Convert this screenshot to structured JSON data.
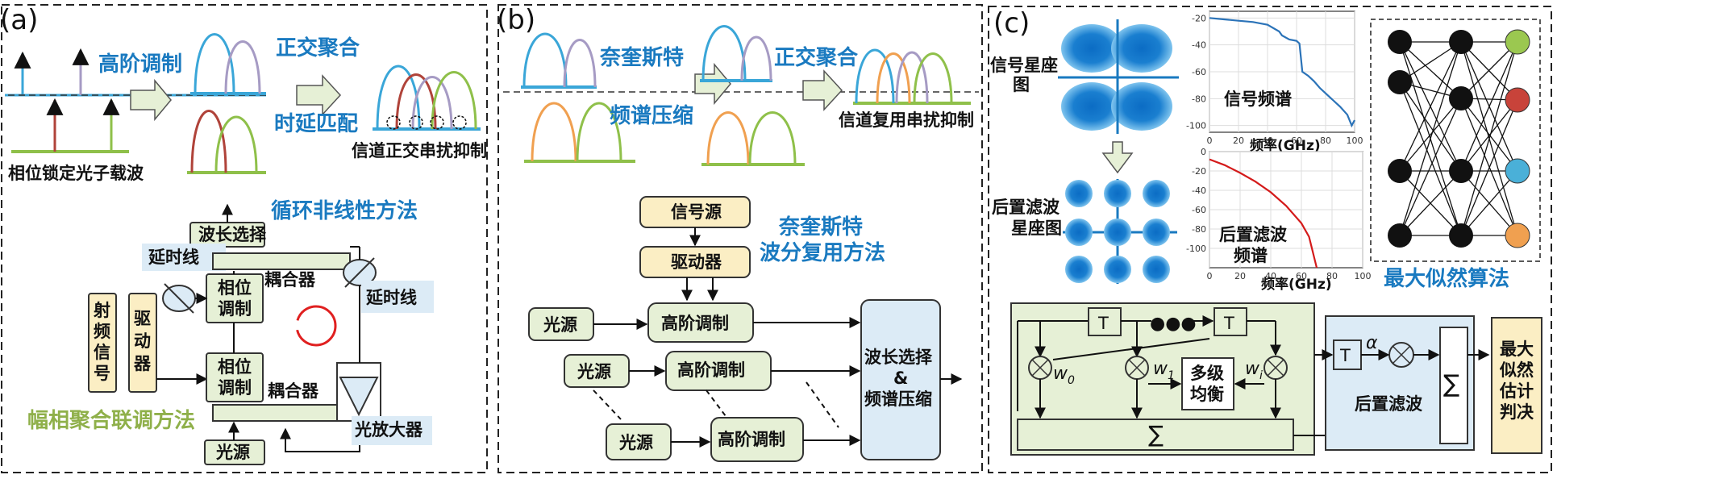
{
  "panel_a": {
    "label": "(a)",
    "high_order_mod": "高阶调制",
    "orth_agg": "正交聚合",
    "delay_match": "时延匹配",
    "phase_lock": "相位锁定光子载波",
    "channel_orth": "信道正交串扰抑制",
    "loop_method": "循环非线性方法",
    "wavelength_sel": "波长选择",
    "delay_line1": "延时线",
    "coupler1": "耦合器",
    "phase_mod1": "相位调制",
    "delay_line2": "延时线",
    "rf_signal": "射频信号",
    "driver": "驱动器",
    "phase_mod2": "相位调制",
    "coupler2": "耦合器",
    "amp_phase": "幅相聚合联调方法",
    "opt_amp": "光放大器",
    "light_source": "光源"
  },
  "panel_b": {
    "label": "(b)",
    "nyquist": "奈奎斯特",
    "orth_agg": "正交聚合",
    "spectrum_comp": "频谱压缩",
    "channel_mux": "信道复用串扰抑制",
    "signal_source": "信号源",
    "driver": "驱动器",
    "nyquist_method_1": "奈奎斯特",
    "nyquist_method_2": "波分复用方法",
    "src1": "光源",
    "src2": "光源",
    "src3": "光源",
    "mod1": "高阶调制",
    "mod2": "高阶调制",
    "mod3": "高阶调制",
    "wl_sel_1": "波长选择",
    "wl_sel_2": "&",
    "wl_sel_3": "频谱压缩"
  },
  "panel_c": {
    "label": "(c)",
    "constellation_1": "信号星座",
    "constellation_2": "图",
    "spectrum_label": "信号频谱",
    "freq_axis_1": "频率(GHz)",
    "post_const_1": "后置滤波",
    "post_const_2": "星座图",
    "post_spec_1": "后置滤波",
    "post_spec_2": "频谱",
    "freq_axis_2": "频率(GHz)",
    "mlse": "最大似然算法",
    "tap": "T",
    "dots": "●●●",
    "w0": "w",
    "w0_sub": "0",
    "w1": "w",
    "w1_sub": "1",
    "wi": "w",
    "wi_sub": "i",
    "multi_eq_1": "多级",
    "multi_eq_2": "均衡",
    "sum": "∑",
    "post_filter_tap": "T",
    "alpha": "α",
    "post_filter": "后置滤波",
    "ml_1": "最大",
    "ml_2": "似然",
    "ml_3": "估计",
    "ml_4": "判决"
  },
  "chart_data": [
    {
      "type": "line",
      "x": [
        0,
        10,
        20,
        30,
        40,
        48,
        50,
        55,
        60,
        62,
        64,
        68,
        72,
        76,
        80,
        85,
        90,
        95,
        98,
        100
      ],
      "y": [
        -20,
        -21,
        -22,
        -23,
        -25,
        -30,
        -33,
        -36,
        -37,
        -39,
        -60,
        -63,
        -67,
        -72,
        -76,
        -81,
        -86,
        -92,
        -100,
        -96
      ],
      "xlabel": "频率(GHz)",
      "annotation": "信号频谱",
      "xlim": [
        0,
        100
      ],
      "ylim": [
        -105,
        -15
      ],
      "xticks": [
        "0",
        "20",
        "40",
        "60",
        "80",
        "100"
      ],
      "yticks": [
        "-20",
        "-40",
        "-60",
        "-80",
        "-100"
      ],
      "grid": true,
      "color": "#2b73b8"
    },
    {
      "type": "line",
      "x": [
        0,
        10,
        20,
        30,
        40,
        50,
        60,
        65,
        70
      ],
      "y": [
        -8,
        -14,
        -22,
        -31,
        -42,
        -56,
        -74,
        -88,
        -120
      ],
      "xlabel": "频率(GHz)",
      "annotation_1": "后置滤波",
      "annotation_2": "频谱",
      "xlim": [
        0,
        100
      ],
      "ylim": [
        -120,
        0
      ],
      "xticks": [
        "0",
        "20",
        "40",
        "60",
        "80",
        "100"
      ],
      "yticks": [
        "0",
        "-20",
        "-40",
        "-60",
        "-80",
        "-100"
      ],
      "grid": true,
      "color": "#d41a1a"
    }
  ]
}
